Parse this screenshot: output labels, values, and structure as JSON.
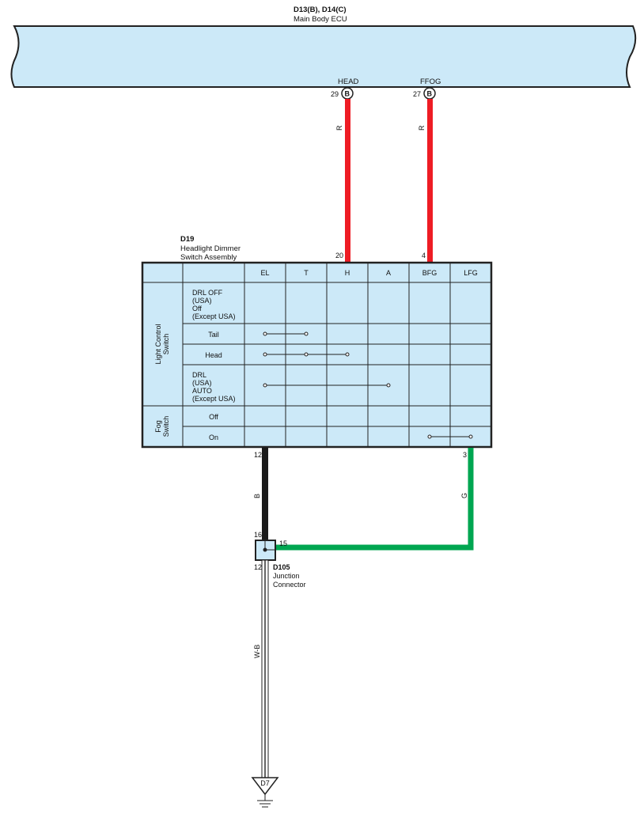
{
  "ecu": {
    "code": "D13(B), D14(C)",
    "name": "Main Body ECU",
    "pins": [
      {
        "signal": "HEAD",
        "pin": "29",
        "connector": "B"
      },
      {
        "signal": "FFOG",
        "pin": "27",
        "connector": "B"
      }
    ]
  },
  "wires": {
    "head_color": "R",
    "ffog_color": "R",
    "el_color": "B",
    "lfg_color": "G",
    "ground_color": "W-B"
  },
  "switch": {
    "code": "D19",
    "name_line1": "Headlight Dimmer",
    "name_line2": "Switch Assembly",
    "pin_h": "20",
    "pin_bfg": "4",
    "pin_el": "12",
    "pin_lfg": "3",
    "columns": [
      "EL",
      "T",
      "H",
      "A",
      "BFG",
      "LFG"
    ],
    "section_light_1": "Light Control",
    "section_light_2": "Switch",
    "section_fog_1": "Fog",
    "section_fog_2": "Switch",
    "rows": {
      "drl_off": [
        "DRL OFF",
        "(USA)",
        "Off",
        "(Except USA)"
      ],
      "tail": "Tail",
      "head": "Head",
      "drl_auto": [
        "DRL",
        "(USA)",
        "AUTO",
        "(Except USA)"
      ],
      "fog_off": "Off",
      "fog_on": "On"
    }
  },
  "junction": {
    "code": "D105",
    "name_line1": "Junction",
    "name_line2": "Connector",
    "pin_top": "16",
    "pin_right": "15",
    "pin_bottom": "12"
  },
  "ground": {
    "code": "D7"
  },
  "colors": {
    "ecu_fill": "#cce9f8",
    "table_fill": "#cce9f8",
    "wire_red": "#ee1c24",
    "wire_black": "#1a1a1a",
    "wire_green": "#00a651"
  }
}
